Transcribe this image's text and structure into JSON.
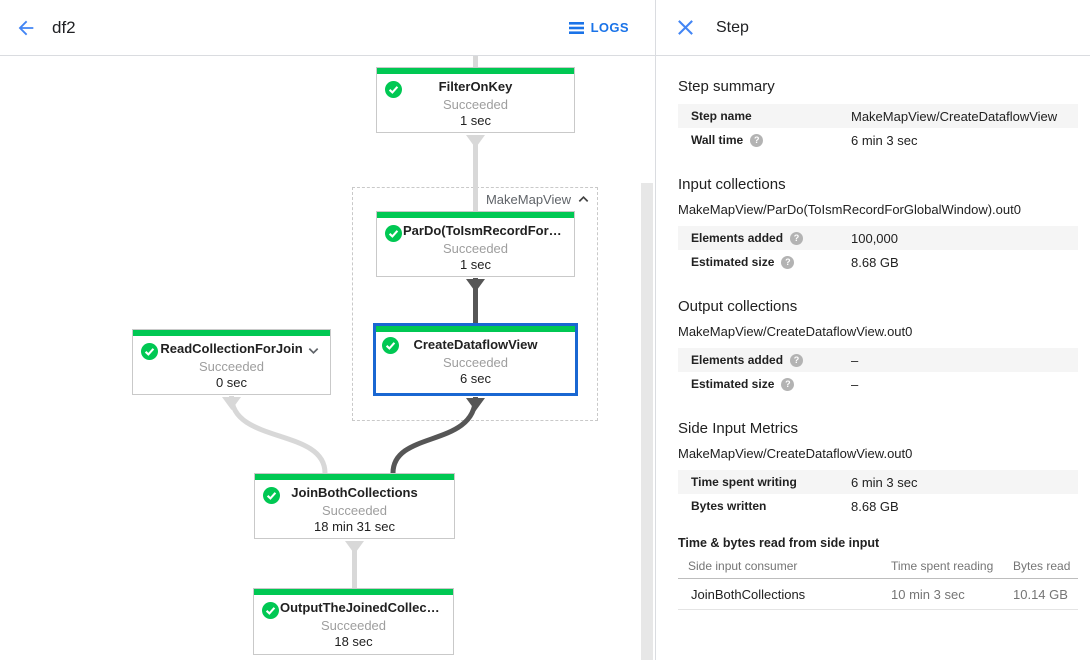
{
  "topbar": {
    "title": "df2",
    "logs_label": "LOGS"
  },
  "panel": {
    "title": "Step",
    "sections": [
      {
        "heading": "Step summary",
        "subtitle": null,
        "rows": [
          {
            "label": "Step name",
            "help": false,
            "value": "MakeMapView/CreateDataflowView"
          },
          {
            "label": "Wall time",
            "help": true,
            "value": "6 min 3 sec"
          }
        ]
      },
      {
        "heading": "Input collections",
        "subtitle": "MakeMapView/ParDo(ToIsmRecordForGlobalWindow).out0",
        "rows": [
          {
            "label": "Elements added",
            "help": true,
            "value": "100,000"
          },
          {
            "label": "Estimated size",
            "help": true,
            "value": "8.68 GB"
          }
        ]
      },
      {
        "heading": "Output collections",
        "subtitle": "MakeMapView/CreateDataflowView.out0",
        "rows": [
          {
            "label": "Elements added",
            "help": true,
            "value": "–"
          },
          {
            "label": "Estimated size",
            "help": true,
            "value": "–"
          }
        ]
      },
      {
        "heading": "Side Input Metrics",
        "subtitle": "MakeMapView/CreateDataflowView.out0",
        "rows": [
          {
            "label": "Time spent writing",
            "help": false,
            "value": "6 min 3 sec"
          },
          {
            "label": "Bytes written",
            "help": false,
            "value": "8.68 GB"
          }
        ]
      }
    ],
    "side_input_table": {
      "title": "Time & bytes read from side input",
      "columns": [
        "Side input consumer",
        "Time spent reading",
        "Bytes read"
      ],
      "rows": [
        [
          "JoinBothCollections",
          "10 min 3 sec",
          "10.14 GB"
        ]
      ]
    }
  },
  "graph": {
    "group_label": "MakeMapView",
    "nodes": [
      {
        "id": "filteronkey",
        "title": "FilterOnKey",
        "status": "Succeeded",
        "duration": "1 sec",
        "selected": false,
        "expandable": false
      },
      {
        "id": "pardo",
        "title": "ParDo(ToIsmRecordFor…",
        "status": "Succeeded",
        "duration": "1 sec",
        "selected": false,
        "expandable": false
      },
      {
        "id": "read",
        "title": "ReadCollectionForJoin",
        "status": "Succeeded",
        "duration": "0 sec",
        "selected": false,
        "expandable": true
      },
      {
        "id": "create",
        "title": "CreateDataflowView",
        "status": "Succeeded",
        "duration": "6 sec",
        "selected": true,
        "expandable": false
      },
      {
        "id": "join",
        "title": "JoinBothCollections",
        "status": "Succeeded",
        "duration": "18 min 31 sec",
        "selected": false,
        "expandable": false
      },
      {
        "id": "output",
        "title": "OutputTheJoinedCollec…",
        "status": "Succeeded",
        "duration": "18 sec",
        "selected": false,
        "expandable": false
      }
    ]
  },
  "colors": {
    "accent_blue": "#1a73e8",
    "icon_blue": "#4285f4",
    "success_green": "#00c853",
    "status_gray": "#9e9e9e",
    "edge_light": "#d8d8d8",
    "edge_dark": "#565656",
    "selected_border": "#1967d2"
  }
}
